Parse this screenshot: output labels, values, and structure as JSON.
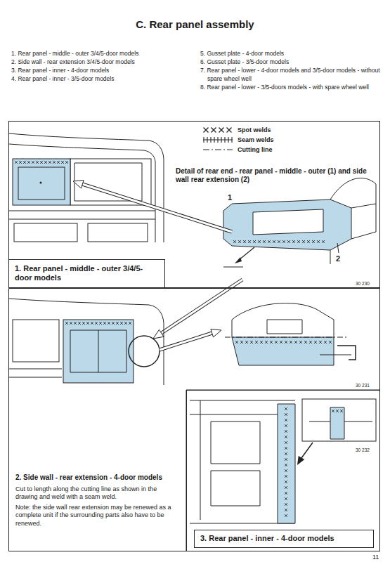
{
  "diagram": {
    "title": "C. Rear panel assembly",
    "nodes": [
      {
        "text": [
          "1. Rear panel - middle - outer 3/4/5-door models"
        ]
      },
      {
        "text": [
          "2. Side wall - rear extension - 4-door models",
          "Cut to length along the cutting line as shown in the drawing and weld with a seam weld.",
          "Note: the side wall rear extension may be renewed as a complete unit if the surrounding parts also have to be renewed."
        ]
      },
      {
        "text": [
          "3. Rear panel - inner - 4-door models"
        ]
      }
    ],
    "labels": [
      "1. Rear panel - middle - outer 3/4/5-door models",
      "2. Side wall - rear extension 3/4/5-door models",
      "3. Rear panel - inner - 4-door models",
      "4. Rear panel - inner - 3/5-door models",
      "5. Gusset plate - 4-door models",
      "6. Gusset plate - 3/5-door models",
      "7. Rear panel - lower - 4-door models and 3/5-door models - without spare wheel well",
      "8. Rear panel - lower - 3/5-doors models - with spare wheel well",
      "Detail of rear end - rear panel - middle - outer (1) and side wall rear extension (2)",
      "1",
      "2",
      "30 230",
      "30 231",
      "30 232",
      "11"
    ],
    "legend": [
      {
        "text": "Spot welds"
      },
      {
        "text": "Seam welds"
      },
      {
        "text": "Cutting line"
      }
    ]
  }
}
